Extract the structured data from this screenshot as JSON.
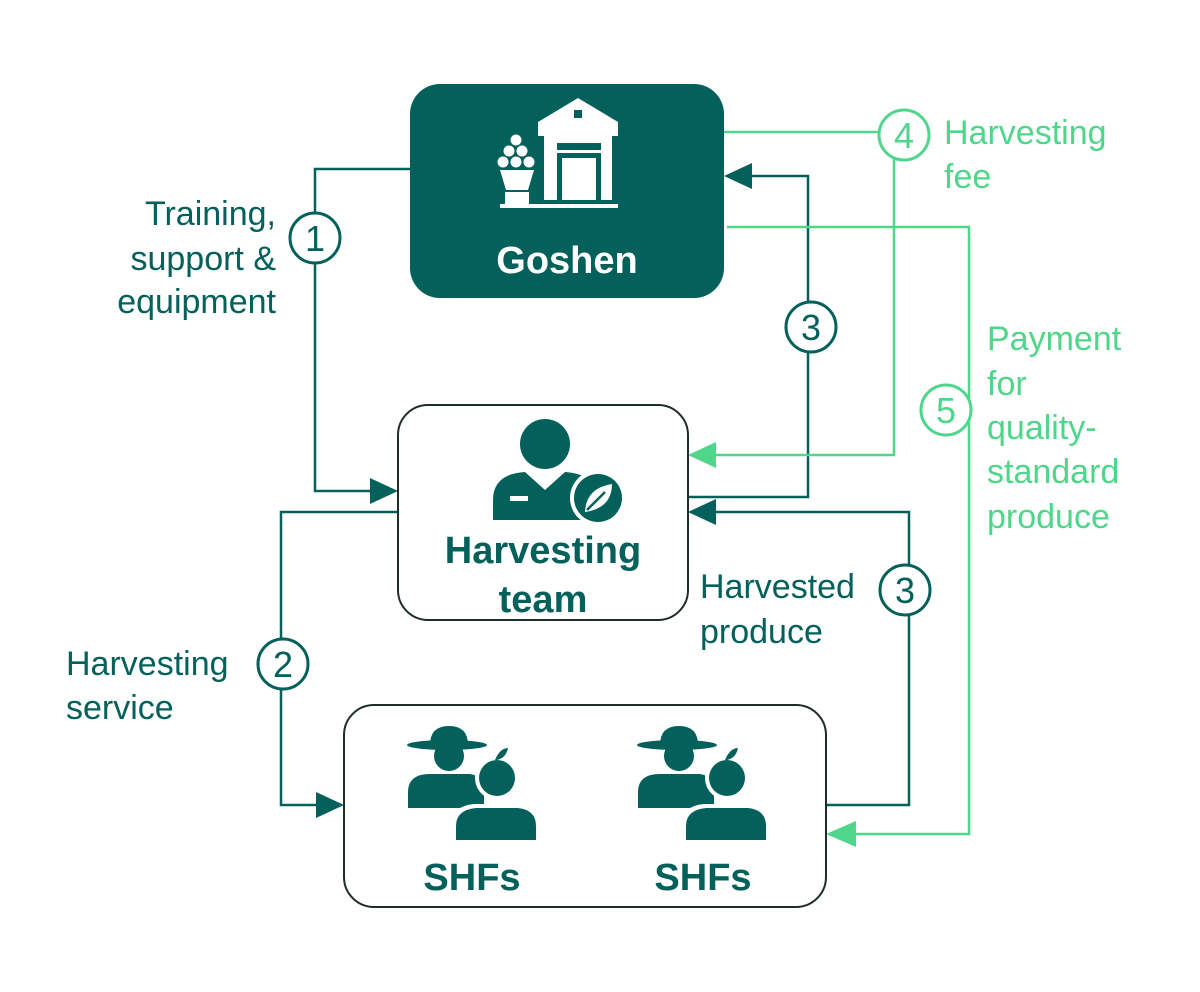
{
  "colors": {
    "dark": "#03605a",
    "light": "#4fd68b",
    "box_border": "#1e2d2b",
    "white": "#ffffff"
  },
  "nodes": {
    "goshen": {
      "label": "Goshen",
      "icon": "warehouse-icon"
    },
    "harvesting_team": {
      "label_line1": "Harvesting",
      "label_line2": "team",
      "icon": "farmer-leaf-icon"
    },
    "shfs_left": {
      "label": "SHFs",
      "icon": "farmers-icon"
    },
    "shfs_right": {
      "label": "SHFs",
      "icon": "farmers-icon"
    }
  },
  "flows": {
    "f1": {
      "number": "1",
      "line1": "Training,",
      "line2": "support &",
      "line3": "equipment"
    },
    "f2": {
      "number": "2",
      "line1": "Harvesting",
      "line2": "service"
    },
    "f3_upper": {
      "number": "3"
    },
    "f3_lower": {
      "number": "3",
      "line1": "Harvested",
      "line2": "produce"
    },
    "f4": {
      "number": "4",
      "line1": "Harvesting",
      "line2": "fee"
    },
    "f5": {
      "number": "5",
      "line1": "Payment",
      "line2": "for",
      "line3": "quality-",
      "line4": "standard",
      "line5": "produce"
    }
  }
}
